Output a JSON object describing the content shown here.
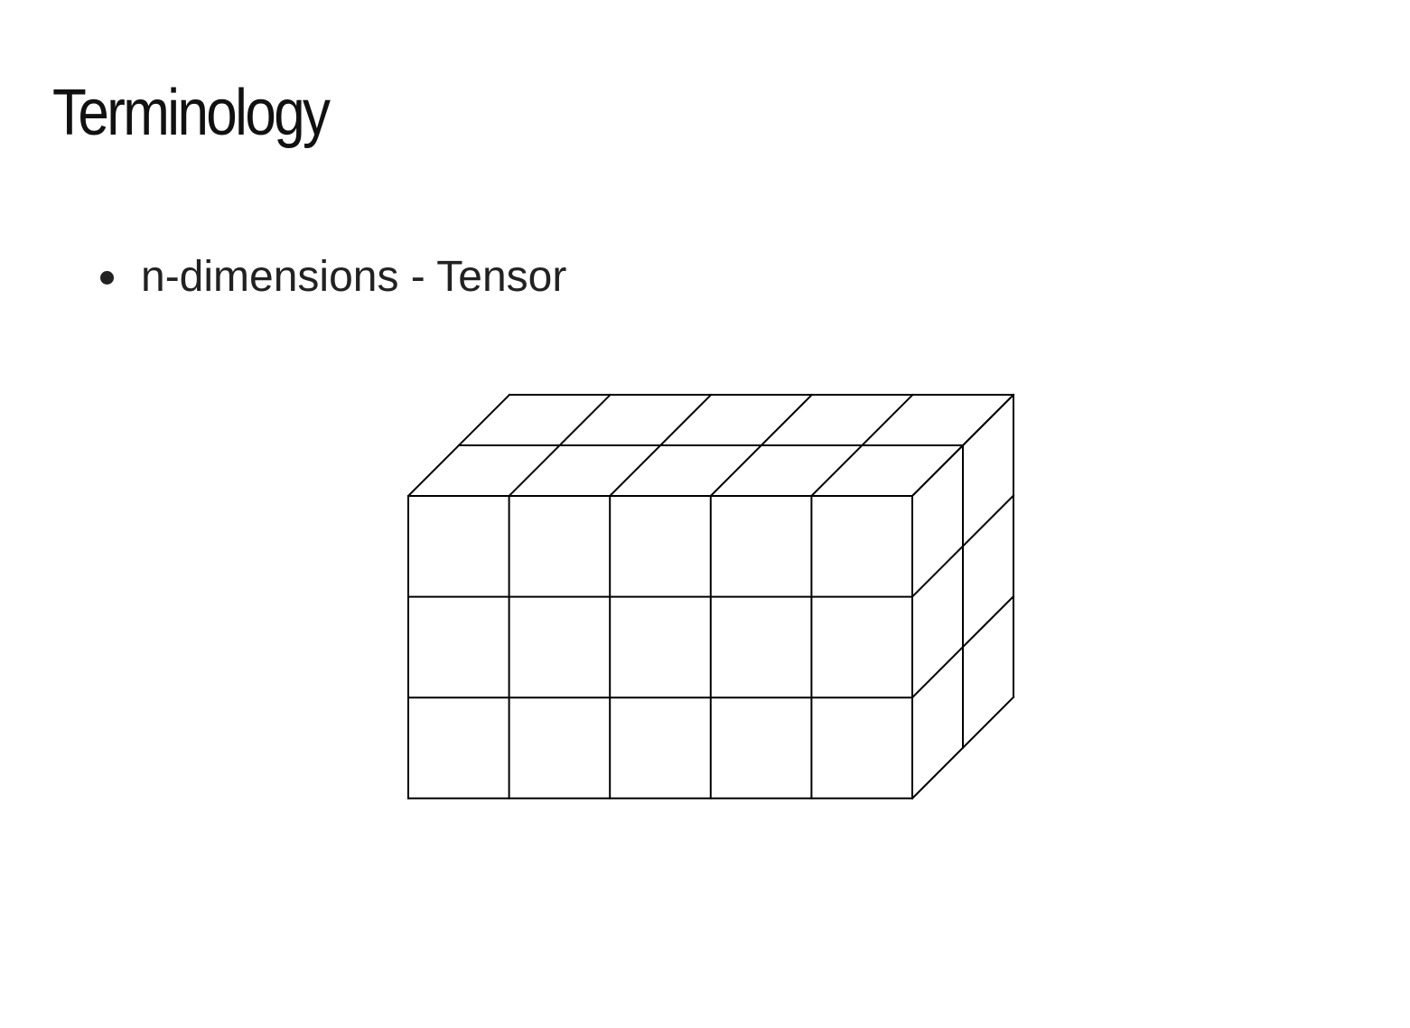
{
  "slide": {
    "title": "Terminology",
    "bullets": [
      {
        "text": "n-dimensions - Tensor"
      }
    ]
  },
  "diagram": {
    "type": "tensor-cube",
    "columns": 5,
    "rows": 3,
    "depth": 2,
    "line_color": "#000000"
  }
}
